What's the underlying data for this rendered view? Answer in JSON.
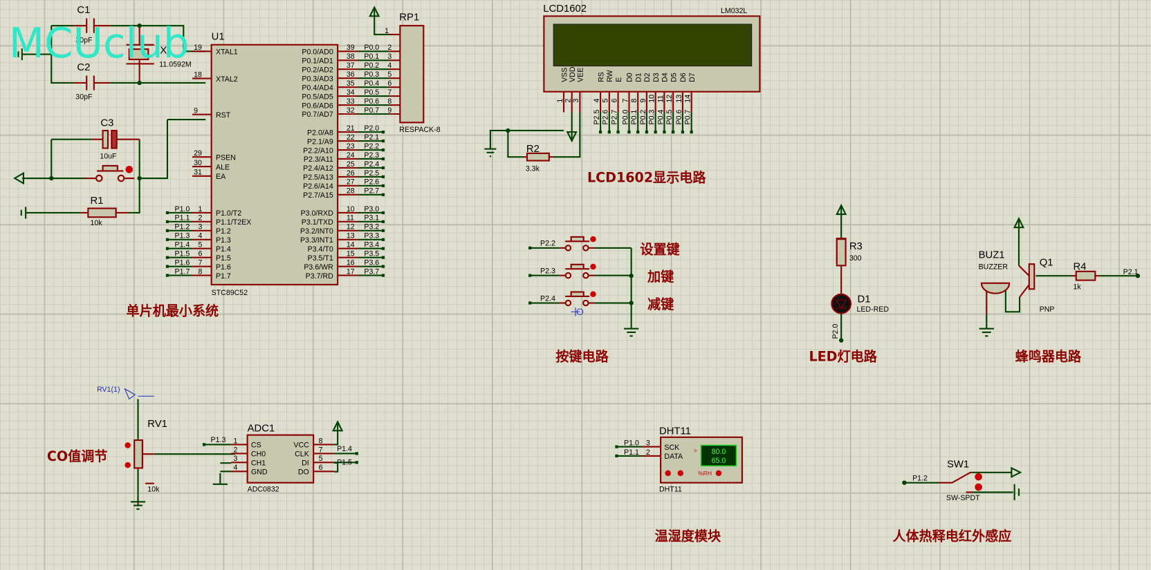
{
  "watermark": "MCUclub",
  "sections": {
    "mcu": "单片机最小系统",
    "lcd": "LCD1602显示电路",
    "keys": "按键电路",
    "led": "LED灯电路",
    "buzzer": "蜂鸣器电路",
    "co": "CO值调节",
    "dht": "温湿度模块",
    "pir": "人体热释电红外感应"
  },
  "components": {
    "c1": {
      "ref": "C1",
      "value": "30pF"
    },
    "c2": {
      "ref": "C2",
      "value": "30pF"
    },
    "c3": {
      "ref": "C3",
      "value": "10uF"
    },
    "x1": {
      "ref": "X1",
      "value": "11.0592M"
    },
    "r1": {
      "ref": "R1",
      "value": "10k"
    },
    "r2": {
      "ref": "R2",
      "value": "3.3k"
    },
    "r3": {
      "ref": "R3",
      "value": "300"
    },
    "r4": {
      "ref": "R4",
      "value": "1k"
    },
    "u1": {
      "ref": "U1",
      "value": "STC89C52"
    },
    "rp1": {
      "ref": "RP1",
      "value": "RESPACK-8"
    },
    "lcd": {
      "ref": "LCD1602",
      "value": "LM032L"
    },
    "d1": {
      "ref": "D1",
      "value": "LED-RED"
    },
    "q1": {
      "ref": "Q1",
      "value": "PNP"
    },
    "buz1": {
      "ref": "BUZ1",
      "value": "BUZZER"
    },
    "rv1": {
      "ref": "RV1",
      "value": "10k",
      "probe": "RV1(1)"
    },
    "adc1": {
      "ref": "ADC1",
      "value": "ADC0832"
    },
    "dht11": {
      "ref": "DHT11",
      "value": "DHT11",
      "temp": "80.0",
      "hum": "65.0",
      "unit": "%RH"
    },
    "sw1": {
      "ref": "SW1",
      "value": "SW-SPDT"
    }
  },
  "keys": [
    {
      "net": "P2.2",
      "label": "设置键"
    },
    {
      "net": "P2.3",
      "label": "加键"
    },
    {
      "net": "P2.4",
      "label": "减键"
    }
  ],
  "u1_left": [
    {
      "num": "19",
      "name": "XTAL1"
    },
    {
      "num": "18",
      "name": "XTAL2"
    },
    {
      "num": "9",
      "name": "RST"
    },
    {
      "num": "29",
      "name": "PSEN"
    },
    {
      "num": "30",
      "name": "ALE"
    },
    {
      "num": "31",
      "name": "EA"
    }
  ],
  "u1_p1": [
    {
      "num": "1",
      "name": "P1.0/T2",
      "net": "P1.0"
    },
    {
      "num": "2",
      "name": "P1.1/T2EX",
      "net": "P1.1"
    },
    {
      "num": "3",
      "name": "P1.2",
      "net": "P1.2"
    },
    {
      "num": "4",
      "name": "P1.3",
      "net": "P1.3"
    },
    {
      "num": "5",
      "name": "P1.4",
      "net": "P1.4"
    },
    {
      "num": "6",
      "name": "P1.5",
      "net": "P1.5"
    },
    {
      "num": "7",
      "name": "P1.6",
      "net": "P1.6"
    },
    {
      "num": "8",
      "name": "P1.7",
      "net": "P1.7"
    }
  ],
  "u1_p0": [
    {
      "num": "39",
      "name": "P0.0/AD0",
      "net": "P0.0",
      "rp": "2"
    },
    {
      "num": "38",
      "name": "P0.1/AD1",
      "net": "P0.1",
      "rp": "3"
    },
    {
      "num": "37",
      "name": "P0.2/AD2",
      "net": "P0.2",
      "rp": "4"
    },
    {
      "num": "36",
      "name": "P0.3/AD3",
      "net": "P0.3",
      "rp": "5"
    },
    {
      "num": "35",
      "name": "P0.4/AD4",
      "net": "P0.4",
      "rp": "6"
    },
    {
      "num": "34",
      "name": "P0.5/AD5",
      "net": "P0.5",
      "rp": "7"
    },
    {
      "num": "33",
      "name": "P0.6/AD6",
      "net": "P0.6",
      "rp": "8"
    },
    {
      "num": "32",
      "name": "P0.7/AD7",
      "net": "P0.7",
      "rp": "9"
    }
  ],
  "u1_p2": [
    {
      "num": "21",
      "name": "P2.0/A8",
      "net": "P2.0"
    },
    {
      "num": "22",
      "name": "P2.1/A9",
      "net": "P2.1"
    },
    {
      "num": "23",
      "name": "P2.2/A10",
      "net": "P2.2"
    },
    {
      "num": "24",
      "name": "P2.3/A11",
      "net": "P2.3"
    },
    {
      "num": "25",
      "name": "P2.4/A12",
      "net": "P2.4"
    },
    {
      "num": "26",
      "name": "P2.5/A13",
      "net": "P2.5"
    },
    {
      "num": "27",
      "name": "P2.6/A14",
      "net": "P2.6"
    },
    {
      "num": "28",
      "name": "P2.7/A15",
      "net": "P2.7"
    }
  ],
  "u1_p3": [
    {
      "num": "10",
      "name": "P3.0/RXD",
      "net": "P3.0"
    },
    {
      "num": "11",
      "name": "P3.1/TXD",
      "net": "P3.1"
    },
    {
      "num": "12",
      "name": "P3.2/INT0",
      "net": "P3.2"
    },
    {
      "num": "13",
      "name": "P3.3/INT1",
      "net": "P3.3"
    },
    {
      "num": "14",
      "name": "P3.4/T0",
      "net": "P3.4"
    },
    {
      "num": "15",
      "name": "P3.5/T1",
      "net": "P3.5"
    },
    {
      "num": "16",
      "name": "P3.6/WR",
      "net": "P3.6"
    },
    {
      "num": "17",
      "name": "P3.7/RD",
      "net": "P3.7"
    }
  ],
  "rp1_pin1": "1",
  "lcd_pins": [
    {
      "name": "VSS",
      "num": "1",
      "net": ""
    },
    {
      "name": "VDD",
      "num": "2",
      "net": ""
    },
    {
      "name": "VEE",
      "num": "3",
      "net": ""
    },
    {
      "name": "RS",
      "num": "4",
      "net": "P2.5"
    },
    {
      "name": "RW",
      "num": "5",
      "net": "P2.6"
    },
    {
      "name": "E",
      "num": "6",
      "net": "P2.7"
    },
    {
      "name": "D0",
      "num": "7",
      "net": "P0.0"
    },
    {
      "name": "D1",
      "num": "8",
      "net": "P0.1"
    },
    {
      "name": "D2",
      "num": "9",
      "net": "P0.2"
    },
    {
      "name": "D3",
      "num": "10",
      "net": "P0.3"
    },
    {
      "name": "D4",
      "num": "11",
      "net": "P0.4"
    },
    {
      "name": "D5",
      "num": "12",
      "net": "P0.5"
    },
    {
      "name": "D6",
      "num": "13",
      "net": "P0.6"
    },
    {
      "name": "D7",
      "num": "14",
      "net": "P0.7"
    }
  ],
  "led_net": "P2.0",
  "buzzer_net": "P2.1",
  "adc_left": [
    {
      "num": "1",
      "name": "CS",
      "net": "P1.3"
    },
    {
      "num": "2",
      "name": "CH0",
      "net": ""
    },
    {
      "num": "3",
      "name": "CH1",
      "net": ""
    },
    {
      "num": "4",
      "name": "GND",
      "net": ""
    }
  ],
  "adc_right": [
    {
      "num": "8",
      "name": "VCC",
      "net": ""
    },
    {
      "num": "7",
      "name": "CLK",
      "net": "P1.4"
    },
    {
      "num": "5",
      "name": "DI",
      "net": "P1.5"
    },
    {
      "num": "6",
      "name": "DO",
      "net": ""
    }
  ],
  "dht_pins": [
    {
      "num": "3",
      "name": "SCK",
      "net": "P1.0"
    },
    {
      "num": "2",
      "name": "DATA",
      "net": "P1.1"
    }
  ],
  "sw_net": "P1.2"
}
